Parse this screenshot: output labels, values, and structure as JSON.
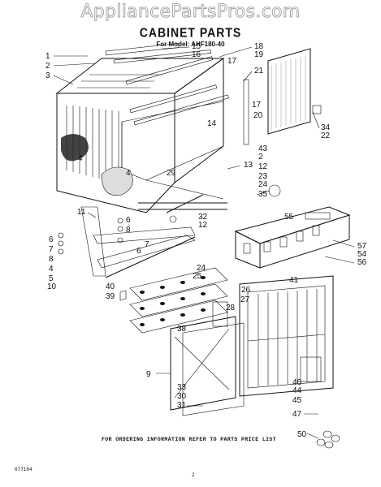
{
  "watermark": "AppliancePartsPros.com",
  "title": "CABINET PARTS",
  "model_line": "For Model: AHF180-40",
  "footer": "FOR ORDERING INFORMATION REFER TO PARTS PRICE LIST",
  "doc_number": "677184",
  "page_number": "2",
  "callouts": [
    "1",
    "2",
    "3",
    "15",
    "16",
    "18",
    "19",
    "17",
    "21",
    "17",
    "20",
    "34",
    "22",
    "14",
    "13",
    "43",
    "2",
    "12",
    "23",
    "24",
    "35",
    "29",
    "4",
    "4",
    "11",
    "6",
    "8",
    "32",
    "12",
    "6",
    "7",
    "8",
    "4",
    "5",
    "7",
    "6",
    "10",
    "55",
    "57",
    "54",
    "56",
    "24",
    "25",
    "41",
    "26",
    "40",
    "39",
    "27",
    "28",
    "38",
    "9",
    "33",
    "30",
    "31",
    "46",
    "44",
    "45",
    "47",
    "50"
  ]
}
